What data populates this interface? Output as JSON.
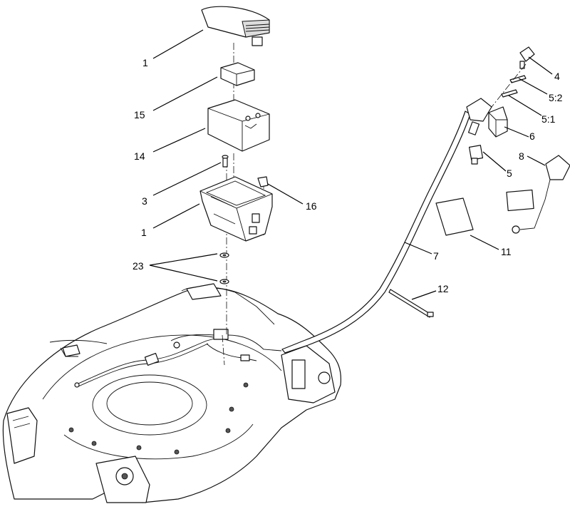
{
  "diagram": {
    "callouts": [
      {
        "id": "c1-top",
        "label": "1"
      },
      {
        "id": "c15",
        "label": "15"
      },
      {
        "id": "c14",
        "label": "14"
      },
      {
        "id": "c3",
        "label": "3"
      },
      {
        "id": "c1-box",
        "label": "1"
      },
      {
        "id": "c16",
        "label": "16"
      },
      {
        "id": "c23",
        "label": "23"
      },
      {
        "id": "c4",
        "label": "4"
      },
      {
        "id": "c5-2",
        "label": "5:2"
      },
      {
        "id": "c5-1",
        "label": "5:1"
      },
      {
        "id": "c6",
        "label": "6"
      },
      {
        "id": "c5",
        "label": "5"
      },
      {
        "id": "c8",
        "label": "8"
      },
      {
        "id": "c7",
        "label": "7"
      },
      {
        "id": "c11",
        "label": "11"
      },
      {
        "id": "c12",
        "label": "12"
      }
    ]
  }
}
